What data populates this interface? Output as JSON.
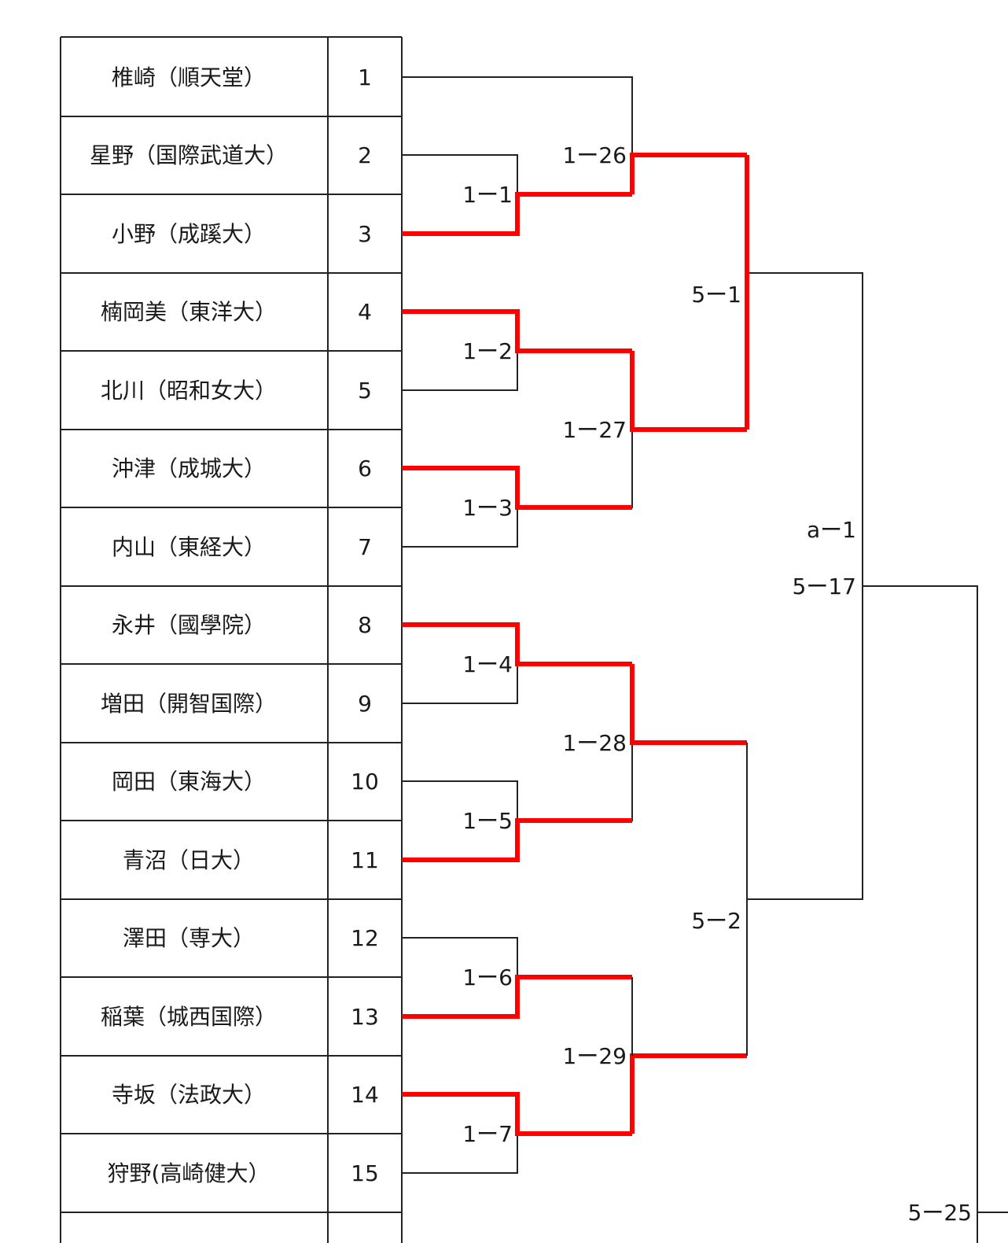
{
  "players": [
    {
      "name": "椎崎（順天堂）",
      "seed": "1"
    },
    {
      "name": "星野（国際武道大）",
      "seed": "2"
    },
    {
      "name": "小野（成蹊大）",
      "seed": "3"
    },
    {
      "name": "楠岡美（東洋大）",
      "seed": "4"
    },
    {
      "name": "北川（昭和女大）",
      "seed": "5"
    },
    {
      "name": "沖津（成城大）",
      "seed": "6"
    },
    {
      "name": "内山（東経大）",
      "seed": "7"
    },
    {
      "name": "永井（國學院）",
      "seed": "8"
    },
    {
      "name": "増田（開智国際）",
      "seed": "9"
    },
    {
      "name": "岡田（東海大）",
      "seed": "10"
    },
    {
      "name": "青沼（日大）",
      "seed": "11"
    },
    {
      "name": "澤田（専大）",
      "seed": "12"
    },
    {
      "name": "稲葉（城西国際）",
      "seed": "13"
    },
    {
      "name": "寺坂（法政大）",
      "seed": "14"
    },
    {
      "name": "狩野(高崎健大）",
      "seed": "15"
    }
  ],
  "matches": {
    "r1": [
      "1ー1",
      "1ー2",
      "1ー3",
      "1ー4",
      "1ー5",
      "1ー6",
      "1ー7"
    ],
    "r2": [
      "1ー26",
      "1ー27",
      "1ー28",
      "1ー29"
    ],
    "r3": [
      "5ー1",
      "5ー2"
    ],
    "r4_court": "aー1",
    "r4": "5ー17",
    "r5": "5ー25"
  },
  "colors": {
    "winner_line": "#ff0000",
    "line": "#222222"
  }
}
